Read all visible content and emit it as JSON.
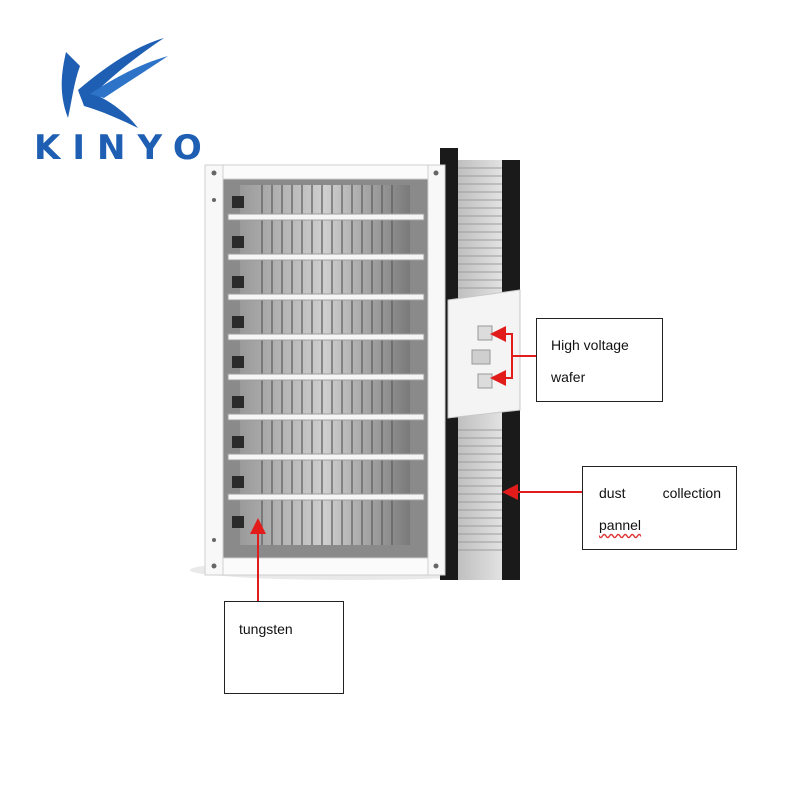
{
  "brand": {
    "name": "KINYO",
    "color": "#1e5fb3"
  },
  "callouts": {
    "high_voltage": {
      "line1": "High voltage",
      "line2": "wafer"
    },
    "dust": {
      "word1": "dust",
      "word2": "collection",
      "line2": "pannel"
    },
    "tungsten": {
      "label": "tungsten"
    }
  },
  "colors": {
    "arrow": "#e21b1b",
    "frame": "#f2f2f2",
    "side_panel": "#1a1a1a"
  },
  "icons": [
    "kinyo-bird-logo"
  ]
}
